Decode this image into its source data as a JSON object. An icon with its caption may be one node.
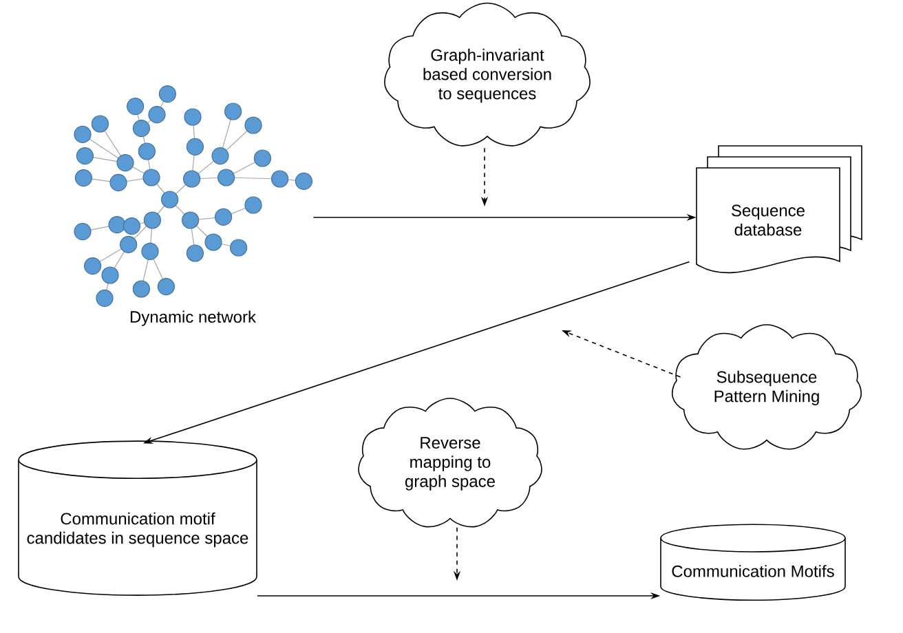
{
  "diagram": {
    "nodes": [
      {
        "text": [],
        "shape": "picture",
        "beside": [
          "Dynamic network"
        ]
      },
      {
        "text": [
          "Graph-invariant based conversion to sequences"
        ]
      },
      {
        "text": [
          "Sequence database"
        ]
      },
      {
        "text": [
          "Subsequence Pattern Mining"
        ]
      },
      {
        "text": [
          "Communication motif candidates in sequence space"
        ]
      },
      {
        "text": [
          "Reverse mapping to graph space"
        ]
      },
      {
        "text": [
          "Communication Motifs"
        ]
      }
    ],
    "edges": [
      {
        "from": 0,
        "to": 2,
        "arrow": "to"
      },
      {
        "from": 1,
        "to": null,
        "arrow": "to",
        "style": "dashed"
      },
      {
        "from": 2,
        "to": 4,
        "arrow": "to"
      },
      {
        "from": 3,
        "to": null,
        "arrow": "to",
        "style": "dashed"
      },
      {
        "from": 4,
        "to": 6,
        "arrow": "to"
      },
      {
        "from": 5,
        "to": null,
        "arrow": "to",
        "style": "dashed"
      }
    ]
  }
}
